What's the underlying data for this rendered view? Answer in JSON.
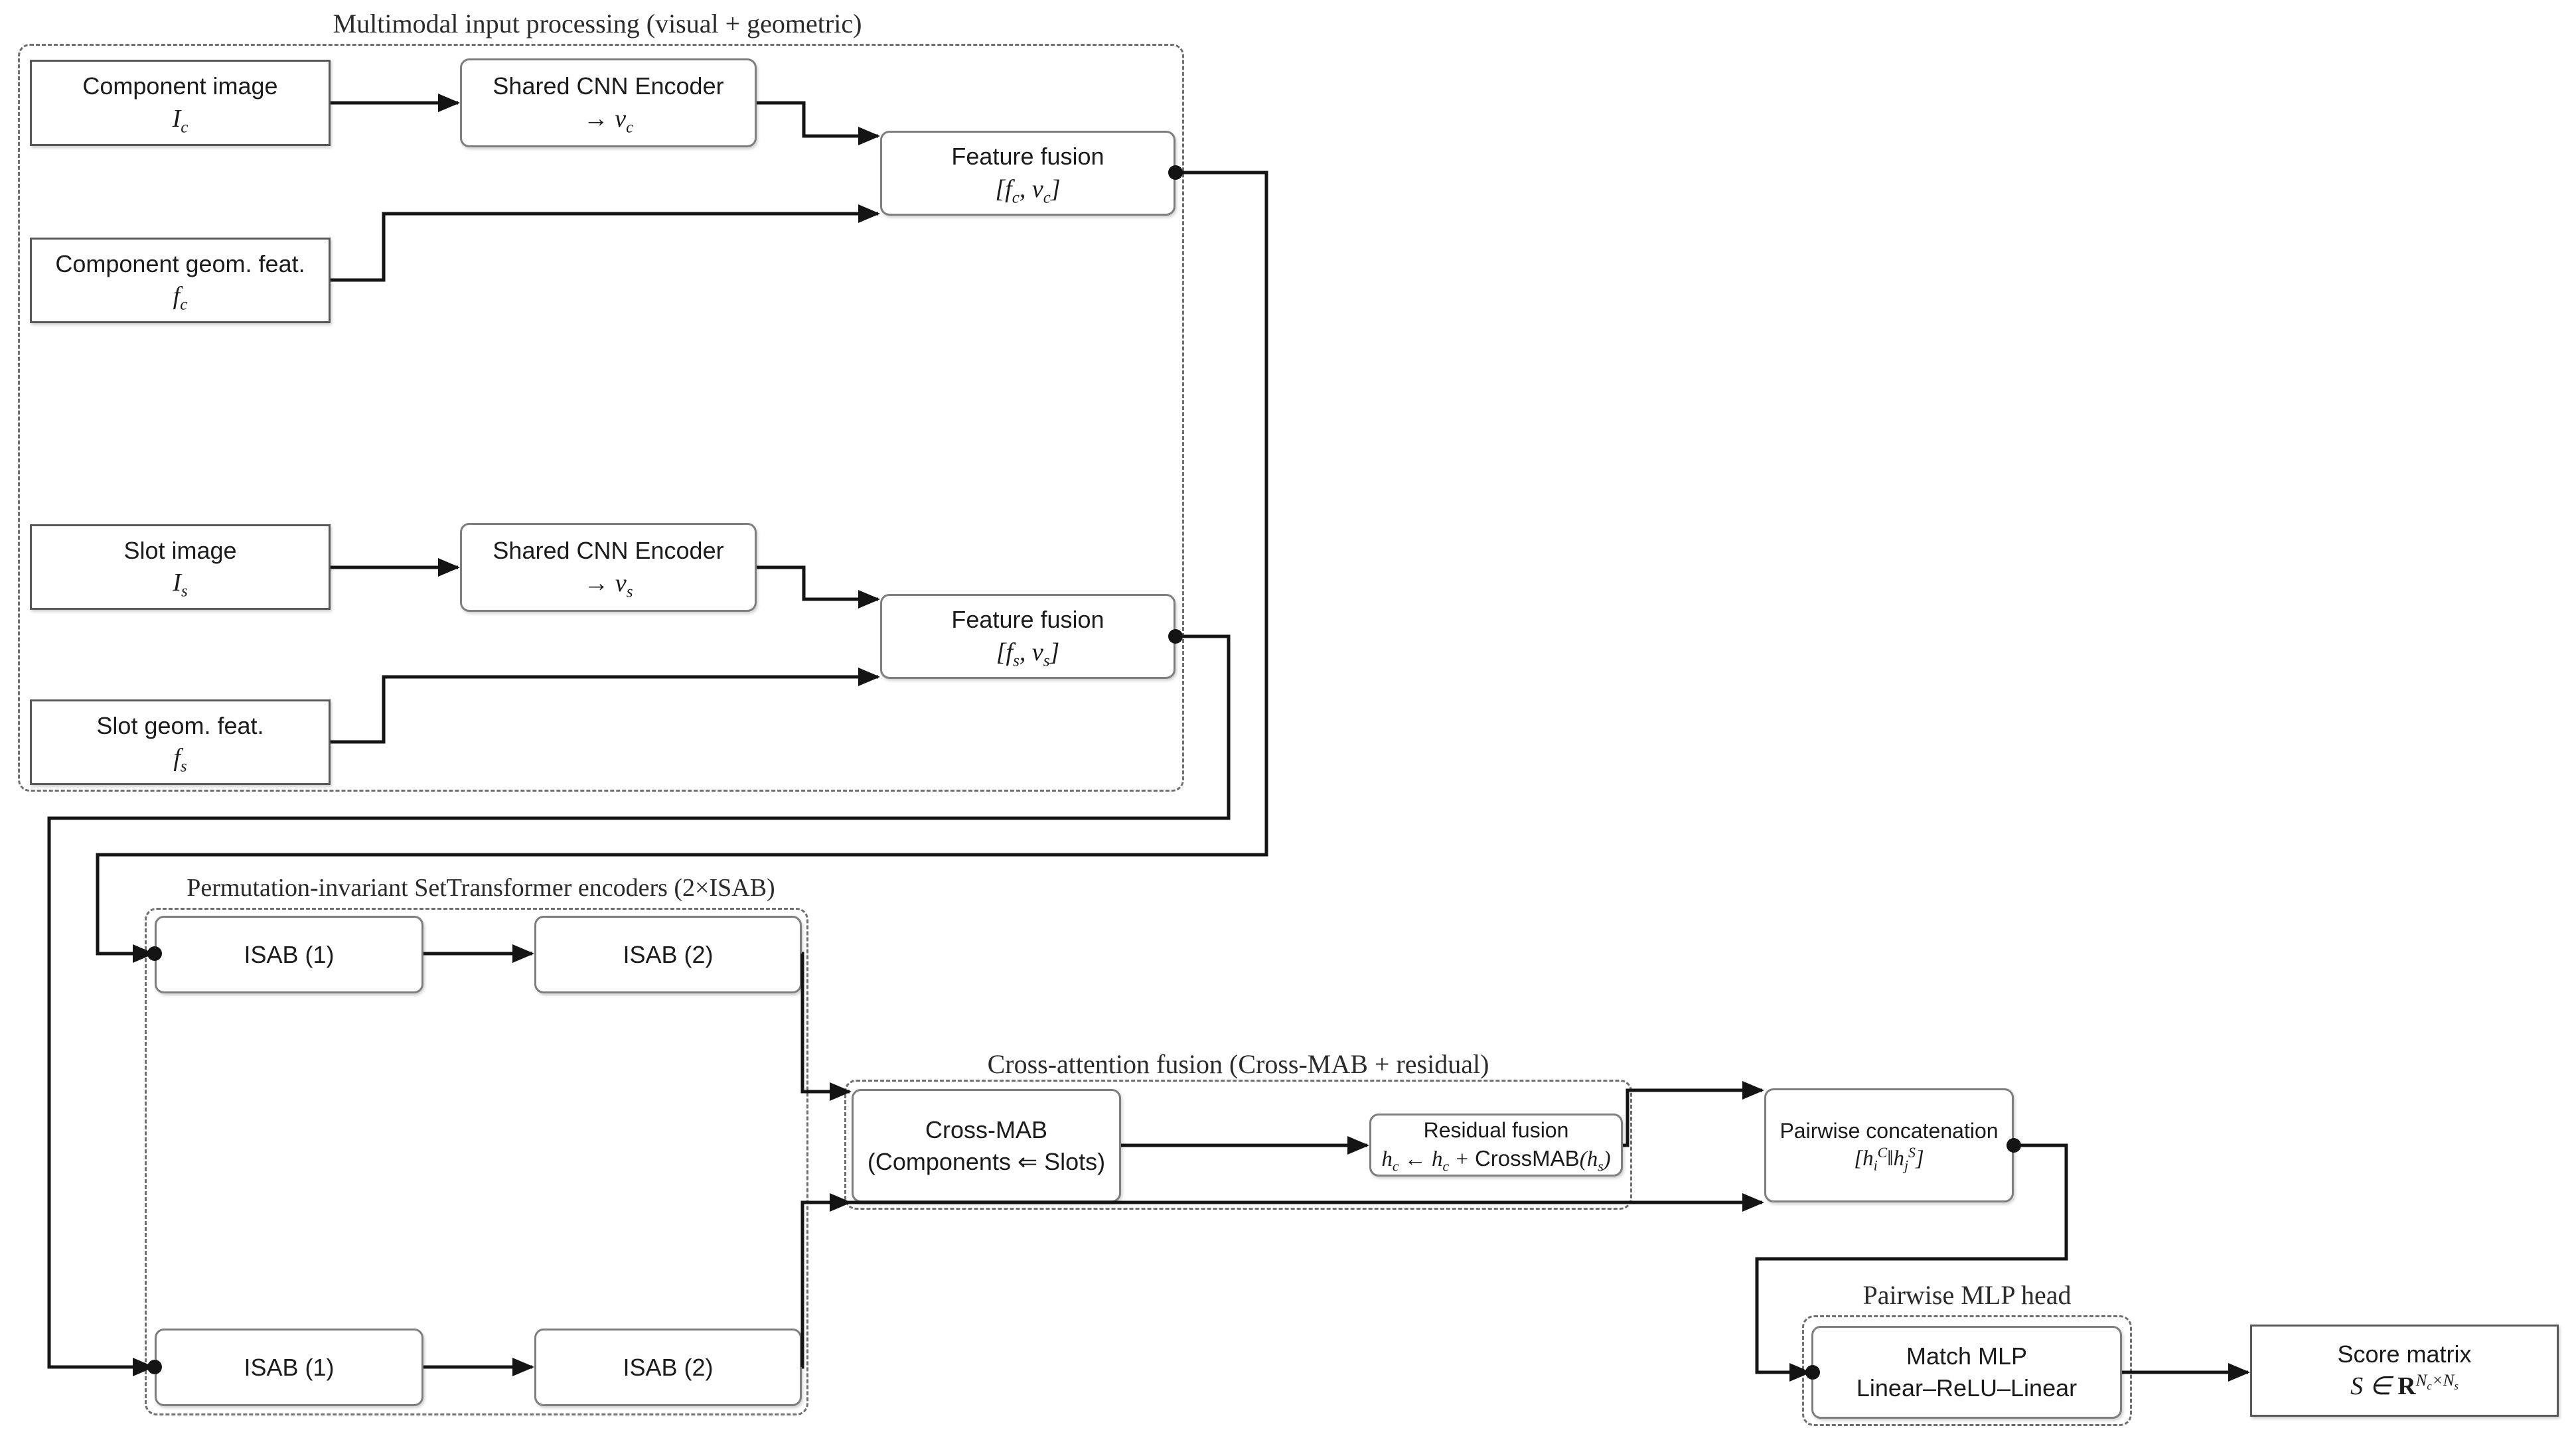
{
  "containers": {
    "multimodal": {
      "title": "Multimodal input processing (visual + geometric)"
    },
    "settransformer": {
      "title": "Permutation-invariant SetTransformer encoders (2×ISAB)"
    },
    "cross_attention": {
      "title": "Cross-attention fusion (Cross-MAB + residual)"
    },
    "mlp_head": {
      "title": "Pairwise MLP head"
    }
  },
  "boxes": {
    "component_image": {
      "label": "Component image",
      "math": "I_{c}"
    },
    "cnn_encoder_c": {
      "label": "Shared CNN Encoder",
      "math": "→ v_{c}"
    },
    "feature_fusion_c": {
      "label": "Feature fusion",
      "math": "[f_{c}, v_{c}]"
    },
    "component_geom": {
      "label": "Component geom. feat.",
      "math": "f_{c}"
    },
    "slot_image": {
      "label": "Slot image",
      "math": "I_{s}"
    },
    "cnn_encoder_s": {
      "label": "Shared CNN Encoder",
      "math": "→ v_{s}"
    },
    "feature_fusion_s": {
      "label": "Feature fusion",
      "math": "[f_{s}, v_{s}]"
    },
    "slot_geom": {
      "label": "Slot geom. feat.",
      "math": "f_{s}"
    },
    "isab1_components": {
      "label": "ISAB (1)"
    },
    "isab2_components": {
      "label": "ISAB (2)"
    },
    "isab1_slots": {
      "label": "ISAB (1)"
    },
    "isab2_slots": {
      "label": "ISAB (2)"
    },
    "cross_mab": {
      "label": "Cross-MAB",
      "sub": "(Components ⇐ Slots)"
    },
    "residual_fusion": {
      "label": "Residual fusion",
      "math": "h_{c} ← h_{c} + \\s{CrossMAB}(h_{s})"
    },
    "pairwise_concat": {
      "label": "Pairwise concatenation",
      "math": "[h_{i}^{C}‖h_{j}^{S}]"
    },
    "match_mlp": {
      "label": "Match MLP",
      "sub": "Linear–ReLU–Linear"
    },
    "score_matrix": {
      "label": "Score matrix",
      "math": "S ∈ \\b{R}^{N_{c}×N_{s}}"
    }
  }
}
